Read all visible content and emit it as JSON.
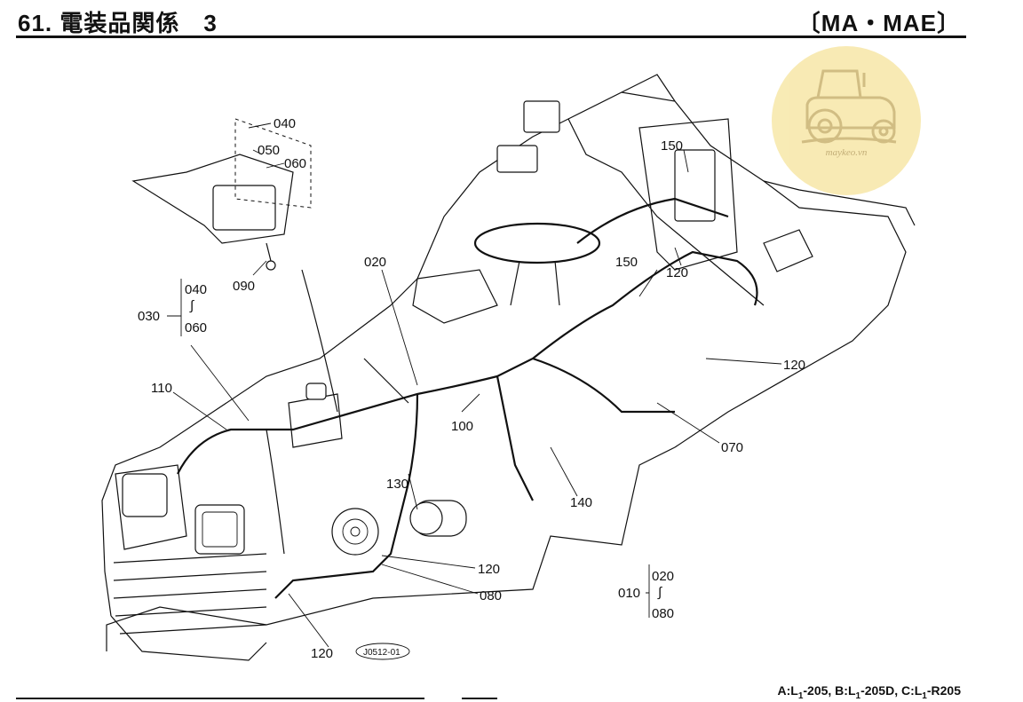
{
  "header": {
    "title": "61. 電装品関係　3",
    "model": "〔MA・MAE〕"
  },
  "watermark": {
    "text": "maykeo.vn",
    "icon": "tractor-icon",
    "color": "#f7e7a8"
  },
  "callouts": {
    "c040": "040",
    "c050": "050",
    "c060": "060",
    "c090": "090",
    "c030": "030",
    "c030_top": "040",
    "c030_tilde": "∫",
    "c030_bottom": "060",
    "c110": "110",
    "c020": "020",
    "c100": "100",
    "c130": "130",
    "c150a": "150",
    "c150b": "150",
    "c120a": "120",
    "c120b": "120",
    "c120c": "120",
    "c120d": "120",
    "c070": "070",
    "c140": "140",
    "c080": "080",
    "c010": "010",
    "c010_top": "020",
    "c010_tilde": "∫",
    "c010_bottom": "080",
    "figure_code": "J0512-01"
  },
  "footer": {
    "note_a": "A:L",
    "note_a_sub": "1",
    "note_a_rest": "-205, B:L",
    "note_b_sub": "1",
    "note_b_rest": "-205D, C:L",
    "note_c_sub": "1",
    "note_c_rest": "-R205"
  }
}
